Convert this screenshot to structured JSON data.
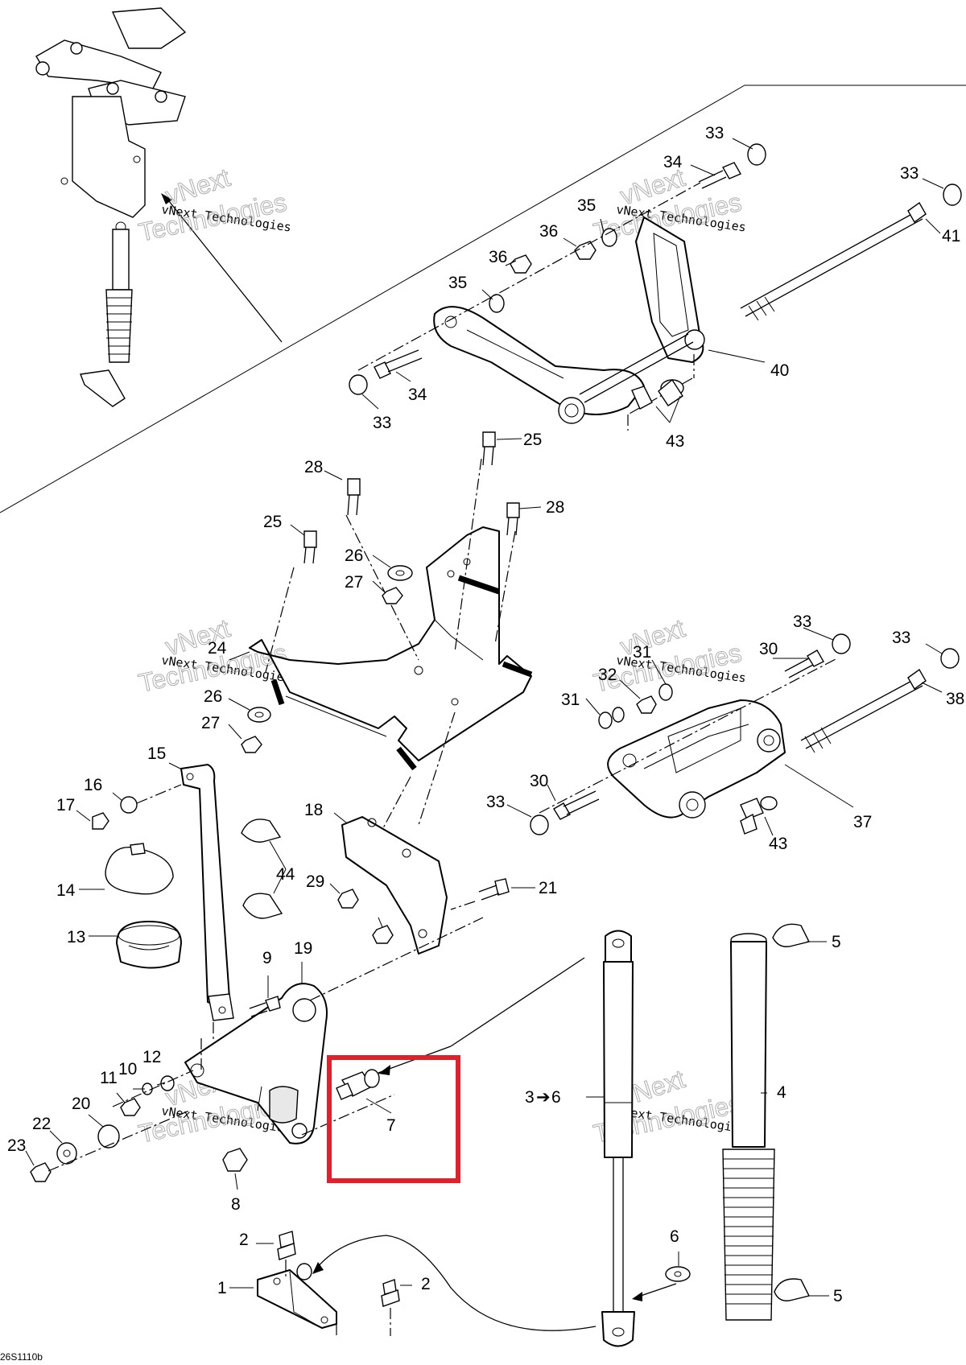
{
  "diagram_code": "26S1110b",
  "watermark": {
    "line1": "vNext Technologies",
    "line2_a": "vNext",
    "line2_b": "Technologies"
  },
  "callouts": {
    "c1": "1",
    "c2a": "2",
    "c2b": "2",
    "c3": "3",
    "c3arrow": "➔",
    "c3to": "6",
    "c4": "4",
    "c5a": "5",
    "c5b": "5",
    "c6": "6",
    "c7": "7",
    "c8": "8",
    "c9": "9",
    "c10": "10",
    "c11": "11",
    "c12": "12",
    "c13": "13",
    "c14": "14",
    "c15": "15",
    "c16": "16",
    "c17": "17",
    "c18": "18",
    "c19": "19",
    "c20": "20",
    "c21": "21",
    "c22": "22",
    "c23": "23",
    "c24": "24",
    "c25a": "25",
    "c25b": "25",
    "c26a": "26",
    "c26b": "26",
    "c27a": "27",
    "c27b": "27",
    "c28a": "28",
    "c28b": "28",
    "c29": "29",
    "c30a": "30",
    "c30b": "30",
    "c31a": "31",
    "c31b": "31",
    "c32": "32",
    "c33a": "33",
    "c33b": "33",
    "c33c": "33",
    "c33d": "33",
    "c33e": "33",
    "c33f": "33",
    "c34a": "34",
    "c34b": "34",
    "c35a": "35",
    "c35b": "35",
    "c36a": "36",
    "c36b": "36",
    "c37": "37",
    "c38": "38",
    "c40": "40",
    "c41": "41",
    "c43a": "43",
    "c43b": "43",
    "c44": "44"
  },
  "highlight_color": "#e0202a"
}
